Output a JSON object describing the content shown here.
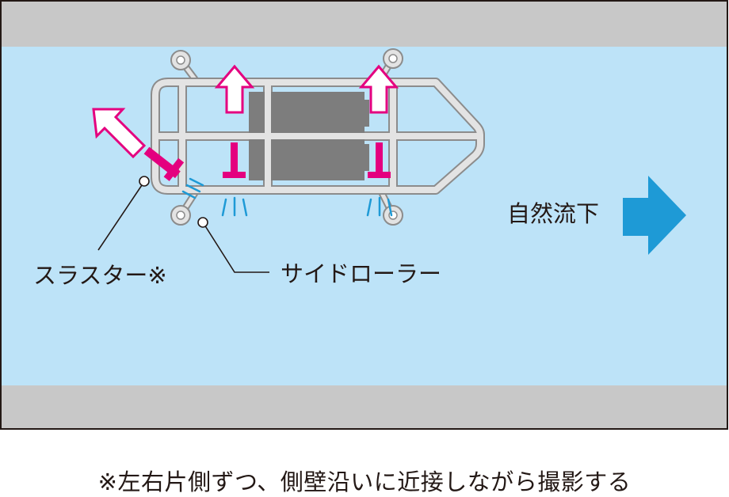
{
  "labels": {
    "thruster": "スラスター※",
    "side_roller": "サイドローラー",
    "flow": "自然流下"
  },
  "caption": "※左右片側ずつ、側壁沿いに近接しながら撮影する",
  "colors": {
    "wall": "#c8c8c8",
    "water": "#bde3f8",
    "frame": "#e3e3e3",
    "frame_stroke": "#8c8c8c",
    "body": "#7d7d7d",
    "thrust_magenta": "#e4007f",
    "water_ripple": "#1e9ad6",
    "flow_arrow": "#1e9ad6"
  },
  "icons": [
    "flow-direction-arrow-icon",
    "thrust-arrow-icon",
    "side-roller-icon"
  ]
}
